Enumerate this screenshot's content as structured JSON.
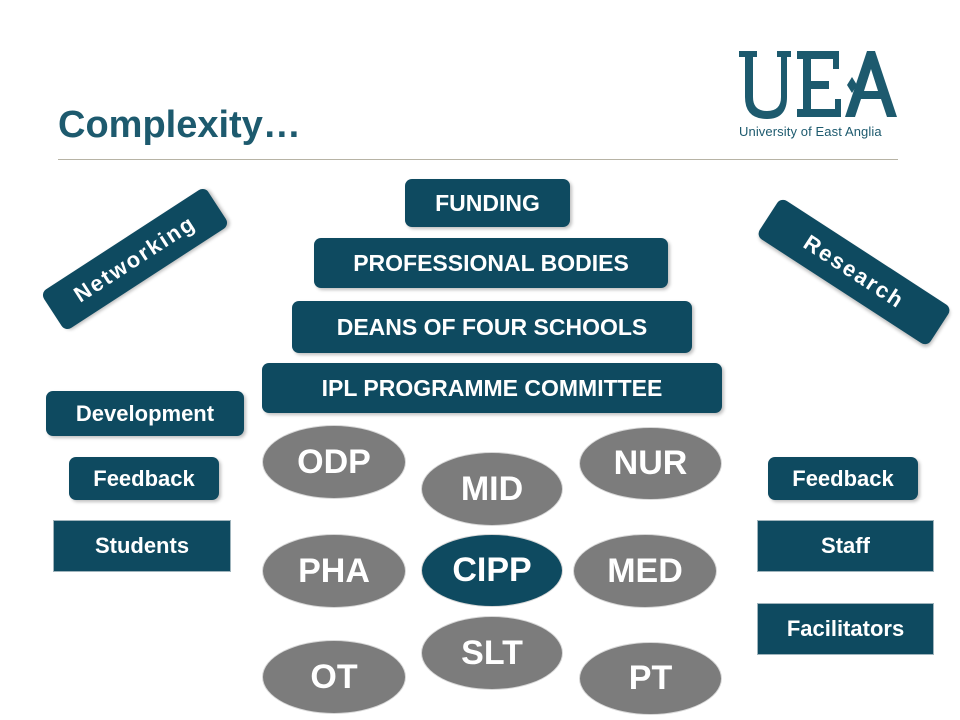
{
  "slide": {
    "title": "Complexity…",
    "logo": {
      "letters": "UEA",
      "caption": "University of East Anglia"
    }
  },
  "hierarchy": {
    "funding": "FUNDING",
    "professional_bodies": "PROFESSIONAL BODIES",
    "deans": "DEANS OF FOUR SCHOOLS",
    "committee": "IPL PROGRAMME COMMITTEE"
  },
  "left": {
    "networking": "Networking",
    "development": "Development",
    "feedback": "Feedback",
    "students": "Students"
  },
  "right": {
    "research": "Research",
    "feedback": "Feedback",
    "staff": "Staff",
    "facilitators": "Facilitators"
  },
  "schools": {
    "odp": "ODP",
    "nur": "NUR",
    "mid": "MID",
    "pha": "PHA",
    "cipp": "CIPP",
    "med": "MED",
    "slt": "SLT",
    "ot": "OT",
    "pt": "PT"
  },
  "colors": {
    "primary": "#0e4a60",
    "title": "#1d5a6e",
    "ellipse_grey": "#7c7c7c"
  }
}
